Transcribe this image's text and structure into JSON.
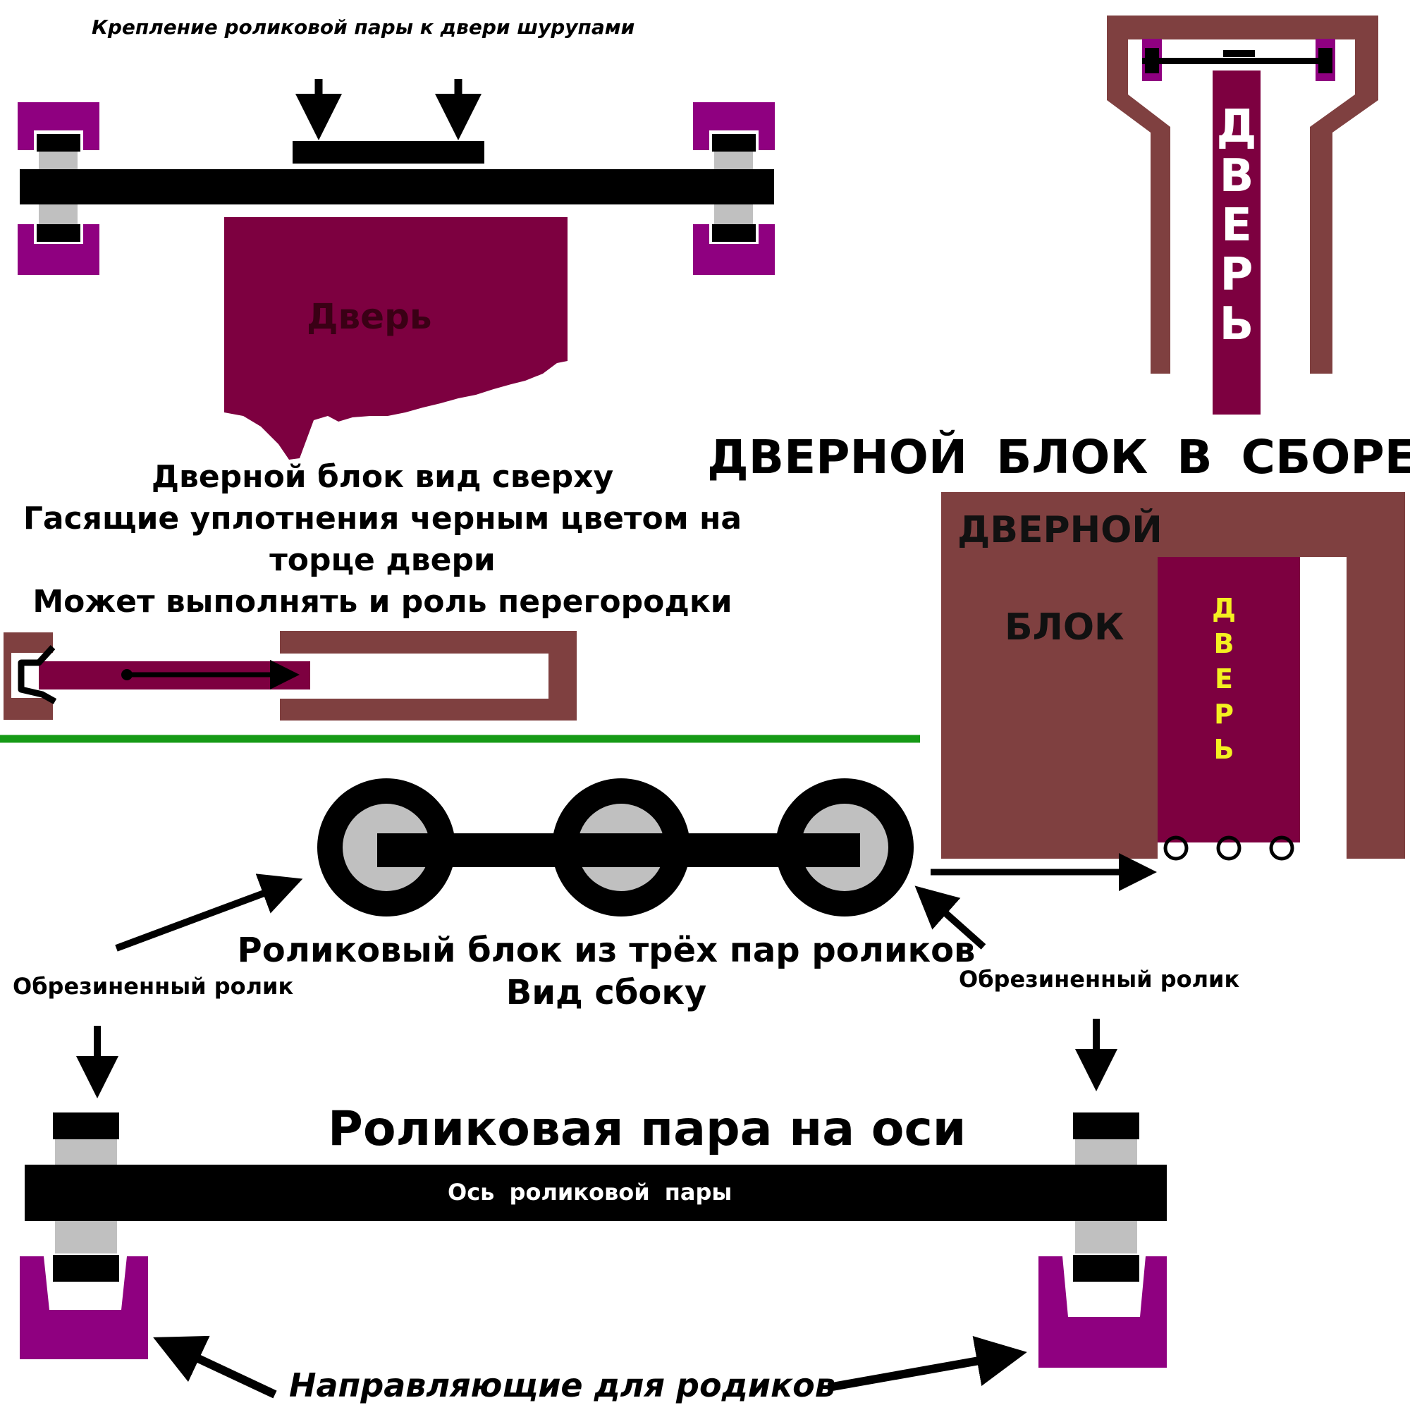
{
  "colors": {
    "door": "#7d0040",
    "frame": "#7f4040",
    "guide": "#8f0080",
    "roller": "#000000",
    "axle_gray": "#c0c0c0",
    "divider": "#169a16",
    "door_label_small": "#f4f020"
  },
  "labels": {
    "top_caption": "Крепление роликовой пары к двери шурупами",
    "door_top": "Дверь",
    "door_vertical": "ДВЕРЬ",
    "assembly_title": "ДВЕРНОЙ БЛОК В СБОРЕ",
    "top_view_line1": "Дверной блок вид сверху",
    "top_view_line2": "Гасящие уплотнения черным цветом на",
    "top_view_line3": "торце двери",
    "top_view_line4": "Может выполнять и роль перегородки",
    "block_word1": "ДВЕРНОЙ",
    "block_word2": "БЛОК",
    "door_small_vertical": "ДВЕРЬ",
    "roller_block_line1": "Роликовый блок из трёх пар роликов",
    "roller_block_line2": "Вид сбоку",
    "rubber_roller_left": "Обрезиненный ролик",
    "rubber_roller_right": "Обрезиненный ролик",
    "pair_title": "Роликовая пара на оси",
    "axle_label": "Ось роликовой пары",
    "guides_label": "Направляющие для родиков"
  }
}
